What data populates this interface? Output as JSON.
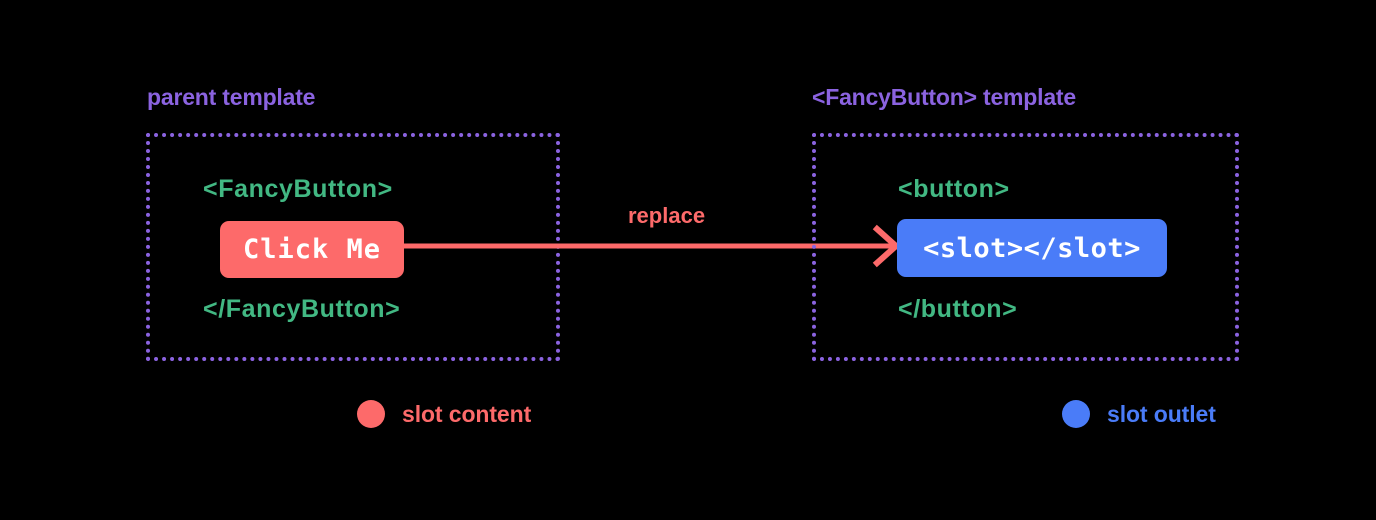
{
  "diagram": {
    "background_color": "#000000",
    "accent_colors": {
      "slot_content": "#fd6a6a",
      "slot_outlet": "#4a7cf8",
      "code_green": "#42b883",
      "template_purple": "#8b63e0"
    },
    "panels": {
      "left": {
        "caption": "parent template",
        "code_open": "<FancyButton>",
        "code_close": "</FancyButton>",
        "chip_label": "Click Me"
      },
      "right": {
        "caption": "<FancyButton> template",
        "code_open": "<button>",
        "code_close": "</button>",
        "chip_label": "<slot></slot>"
      }
    },
    "arrow": {
      "label": "replace",
      "direction": "left-to-right"
    },
    "legend": [
      {
        "label": "slot content",
        "color": "#fd6a6a"
      },
      {
        "label": "slot outlet",
        "color": "#4a7cf8"
      }
    ]
  }
}
